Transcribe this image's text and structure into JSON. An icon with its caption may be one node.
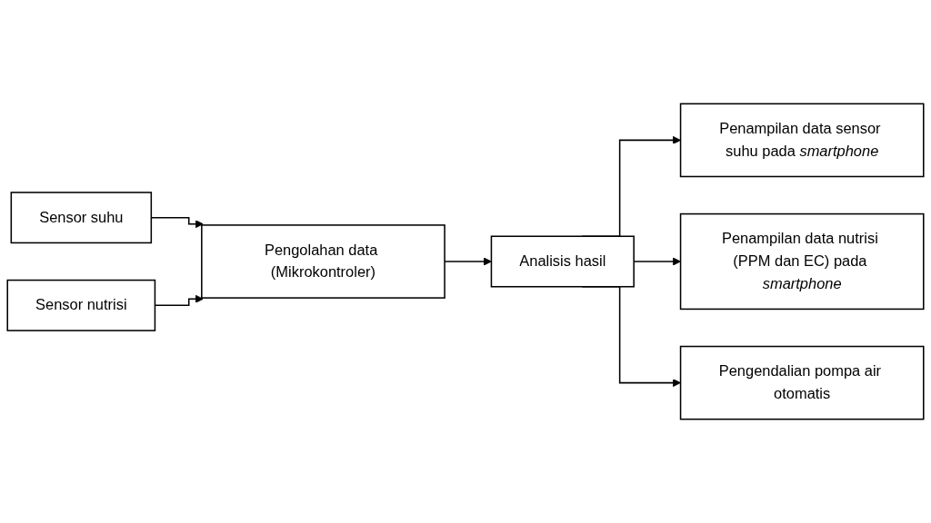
{
  "diagram": {
    "nodes": [
      {
        "text": [
          "Sensor suhu"
        ]
      },
      {
        "text": [
          "Sensor nutrisi"
        ]
      },
      {
        "text": [
          "Pengolahan data (Mikrokontroler)"
        ]
      },
      {
        "text": [
          "Analisis hasil"
        ]
      },
      {
        "text": [
          "Penampilan data sensor suhu pada *smartphone*"
        ]
      },
      {
        "text": [
          "Penampilan data nutrisi (PPM dan EC) pada *smartphone*"
        ]
      },
      {
        "text": [
          "Pengendalian pompa air otomatis"
        ]
      }
    ],
    "edges": [
      {
        "from": 0,
        "to": 2,
        "arrow": "to"
      },
      {
        "from": 1,
        "to": 2,
        "arrow": "to"
      },
      {
        "from": 2,
        "to": 3,
        "arrow": "to"
      },
      {
        "from": 3,
        "to": 4,
        "arrow": "to"
      },
      {
        "from": 3,
        "to": 5,
        "arrow": "to"
      },
      {
        "from": 3,
        "to": 6,
        "arrow": "to"
      }
    ]
  }
}
